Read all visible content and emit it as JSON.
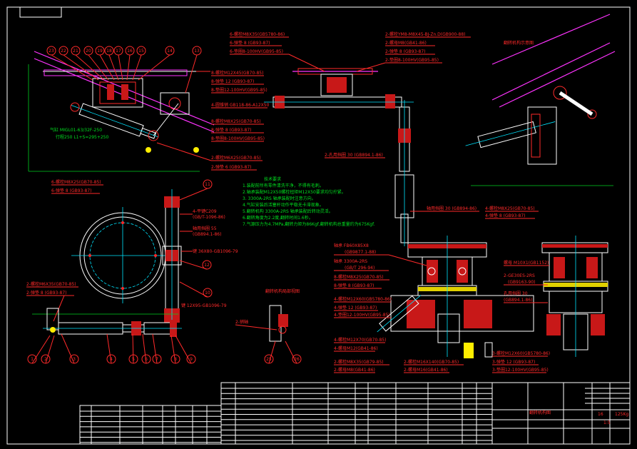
{
  "colors": {
    "background": "#000000",
    "frame": "#ffffff",
    "callout": "#ff2a2a",
    "annotation": "#00e020",
    "centerline": "#00e5ff",
    "phantom": "#ff33ff",
    "part": "#ffffff"
  },
  "callouts_top": [
    "8-螺栓M12X45(GB70-85)",
    "8-弹垫 12  (GB93-87)",
    "8-垫圈12-100HV(GB95-85)",
    "4-圆锥销 GB118-86-A12X50",
    "8-螺栓M8X25(GB70-85)",
    "8-弹垫 8  (GB93-87)",
    "8-垫圈8-100HV(GB95-85)"
  ],
  "callouts_mid": [
    "2-螺栓M6X25(GB70-85)",
    "2-弹垫 6  (GB93-87)"
  ],
  "callouts_left": [
    "6-螺栓M8X25(GB70-85)",
    "6-弹垫 8  (GB93-87)"
  ],
  "cylinder_note": [
    "气缸  MIGL01-63/32F-250",
    "行程250  L1+S=295+250"
  ],
  "callouts_center_top": [
    "6-螺栓M8X35(GB5780-86)",
    "6-弹垫 8  (GB93-87)",
    "6-垫圈8-100HV(GB95-85)"
  ],
  "callouts_right_top": [
    "2-螺栓YM8-M8X45-BJ-Zn.D(GB900-88)",
    "2-螺母M8(GB41-86)",
    "2-弹垫 8  (GB93-87)",
    "2-垫圈8-100HV(GB95-85)"
  ],
  "view_label_right_top": "翻转机构示意图",
  "callout_retainer": "2-孔用挡圈 30 (GB894.1-86)",
  "tech_title": "技术要求",
  "tech_reqs": [
    "1.装配前所有零件清洗干净，不得有毛刺。",
    "2.轴承装配M12X50螺栓扭矩M12X50要求均匀拧紧。",
    "3.        3300A-2RS 轴承装配时注意方向。",
    "4.气缸安装后活塞杆动作平稳无卡滞现象。",
    "5.翻转机构    3300A-2RS 轴承装配后转动灵活。",
    "6.翻转角度为2.2度,翻转时间1.6秒。",
    "7.气源压力为4.7MPa,翻转力矩为86Kgf,翻转机构总重量约为675Kgf."
  ],
  "callouts_mid_right": [
    "轴用挡圈 30 (GB894-86)",
    "4-螺栓M8X25(GB70-85)",
    "4-弹垫 8  (GB93-87)"
  ],
  "callout_key": "4-平键C209",
  "callout_key2": "(GB/T-1096-86)",
  "callout_shaft_ring": "轴用挡圈 55",
  "callout_shaft_ring2": "(GB894.1-86)",
  "key_upper": "键 36X80-GB1096-79",
  "key_lower": "键 12X95-GB1096-79",
  "callouts_lower_left": [
    "2-螺栓M6X35(GB70-85)",
    "2-弹垫 8  (GB93-87)"
  ],
  "section_label": "翻转机构局部视图",
  "pin_label": "2-销轴",
  "callouts_section": [
    "轴承 FB60X85X8",
    "(GB9877.1-88)",
    "轴承      3300A-2RS",
    "(GB/T 296-94)",
    "8-螺栓M8X25(GB70-85)",
    "8-弹垫 8  (GB93-87)",
    "4-螺栓M12X60(GB5780-86)",
    "4-弹垫 12  (GB93-87)",
    "4-垫圈12-100HV(GB95-85)",
    "4-螺栓M12X70(GB70-85)",
    "4-螺母M12(GB41-86)",
    "2-螺栓M8X35(GB79-85)",
    "2-螺母M8(GB41-86)"
  ],
  "callouts_section_mid": [
    "2-螺栓M16X140(GB70-85)",
    "2-螺母M16(GB41-86)"
  ],
  "callouts_section_right": [
    "3-螺栓M12X60(GB5780-86)",
    "3-弹垫 12  (GB93-87)",
    "3-垫圈12-100HV(GB95-85)"
  ],
  "callouts_far_right": [
    "螺母 M10X1(GB1152)",
    "2-GE30ES-2RS",
    "(GB9163-90)",
    "孔用挡圈 30",
    "(GB894.1-86)"
  ],
  "balloons_top": [
    "23",
    "22",
    "21",
    "20",
    "19",
    "18",
    "17",
    "16",
    "15",
    "14",
    "13"
  ],
  "balloons_bottom": [
    "1",
    "2",
    "3",
    "4",
    "5",
    "6",
    "7",
    "8",
    "9"
  ],
  "balloons_side": [
    "11",
    "12",
    "10"
  ],
  "balloons_small": [
    "25",
    "26"
  ],
  "title_block": {
    "name": "翻转机构图",
    "scale": "1:5",
    "weight": "125Kg",
    "sheet": "16"
  }
}
